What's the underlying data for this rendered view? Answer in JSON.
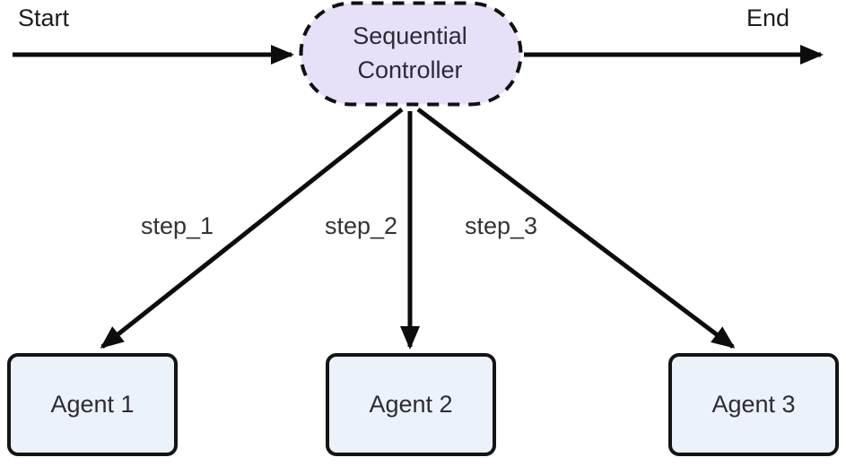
{
  "diagram": {
    "type": "flowchart",
    "start_label": "Start",
    "end_label": "End",
    "controller": {
      "label": "Sequential Controller"
    },
    "edges": [
      {
        "from": "Sequential Controller",
        "to": "Agent 1",
        "label": "step_1"
      },
      {
        "from": "Sequential Controller",
        "to": "Agent 2",
        "label": "step_2"
      },
      {
        "from": "Sequential Controller",
        "to": "Agent 3",
        "label": "step_3"
      }
    ],
    "agents": [
      {
        "label": "Agent 1"
      },
      {
        "label": "Agent 2"
      },
      {
        "label": "Agent 3"
      }
    ],
    "colors": {
      "controller_fill": "#e7e0f8",
      "agent_fill": "#ecf2fa",
      "stroke": "#0d0d0d",
      "node_text": "#2e2a38",
      "label_text": "#262626",
      "background": "#ffffff"
    }
  }
}
